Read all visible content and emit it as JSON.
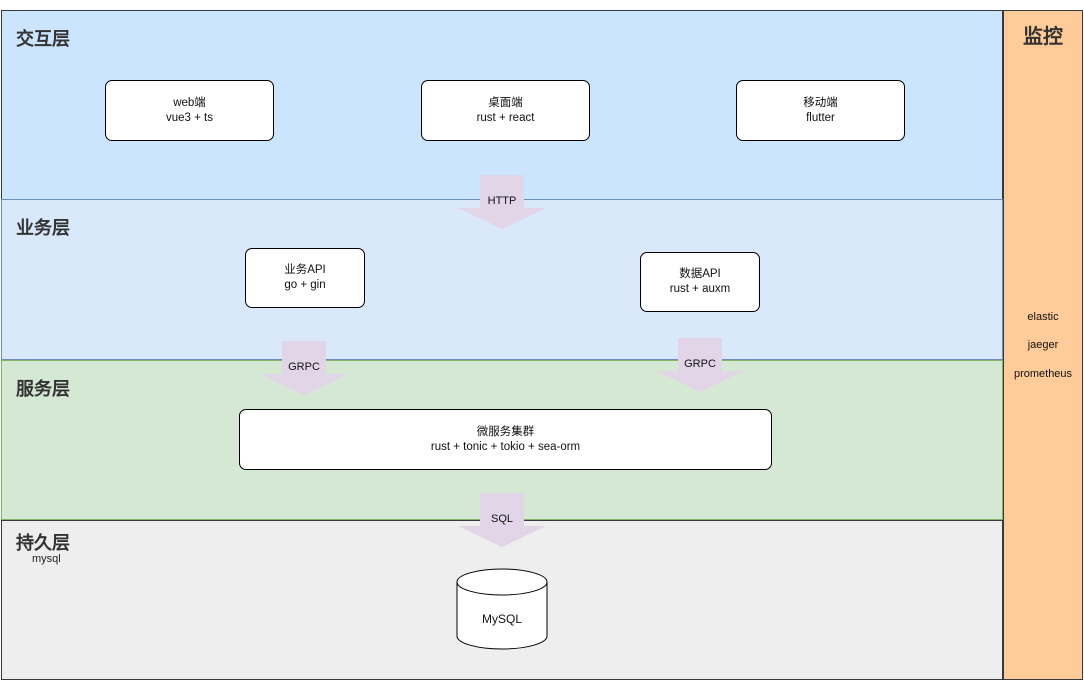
{
  "colors": {
    "interaction_layer": "#cce5ff",
    "interaction_border": "#36393d",
    "business_layer": "#dae8fc",
    "business_border": "#6c8ebf",
    "service_layer": "#d5e8d4",
    "service_border": "#82b366",
    "persistence_layer": "#eeeeee",
    "persistence_border": "#36393d",
    "monitor_panel": "#ffcc99",
    "arrow_fill": "#e1d5e7"
  },
  "layers": {
    "interaction": {
      "title": "交互层"
    },
    "business": {
      "title": "业务层"
    },
    "service": {
      "title": "服务层"
    },
    "persistence": {
      "title": "持久层",
      "subtitle": "mysql"
    }
  },
  "nodes": {
    "web": {
      "title": "web端",
      "tech": "vue3 + ts"
    },
    "desktop": {
      "title": "桌面端",
      "tech": "rust + react"
    },
    "mobile": {
      "title": "移动端",
      "tech": "flutter"
    },
    "business_api": {
      "title": "业务API",
      "tech": "go + gin"
    },
    "data_api": {
      "title": "数据API",
      "tech": "rust + auxm"
    },
    "microservices": {
      "title": "微服务集群",
      "tech": "rust + tonic + tokio + sea-orm"
    },
    "database": {
      "label": "MySQL"
    }
  },
  "arrows": {
    "http": "HTTP",
    "grpc_left": "GRPC",
    "grpc_right": "GRPC",
    "sql": "SQL"
  },
  "monitor": {
    "title": "监控",
    "items": [
      "elastic",
      "jaeger",
      "prometheus"
    ]
  }
}
